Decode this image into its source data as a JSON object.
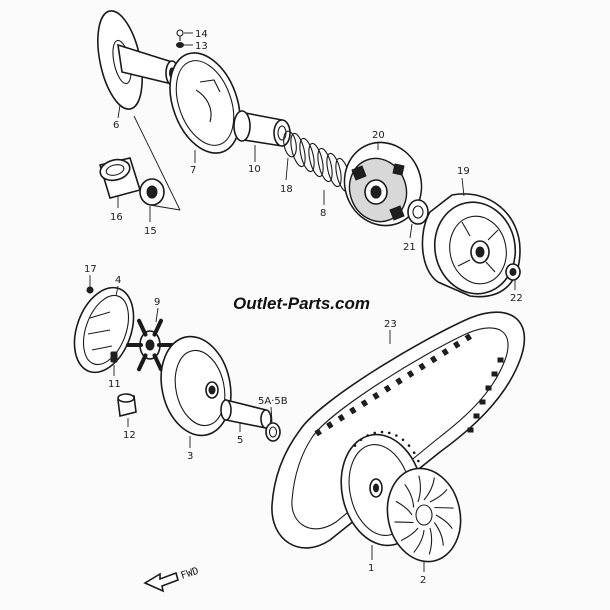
{
  "watermark": "Outlet-Parts.com",
  "direction": "FWD",
  "labels": {
    "p1": "1",
    "p2": "2",
    "p3": "3",
    "p4": "4",
    "p5": "5",
    "p5ab": "5A·5B",
    "p6": "6",
    "p7": "7",
    "p8": "8",
    "p9": "9",
    "p10": "10",
    "p11": "11",
    "p12": "12",
    "p13": "13",
    "p14": "14",
    "p15": "15",
    "p16": "16",
    "p17": "17",
    "p18": "18",
    "p19": "19",
    "p20": "20",
    "p21": "21",
    "p22": "22",
    "p23": "23"
  }
}
